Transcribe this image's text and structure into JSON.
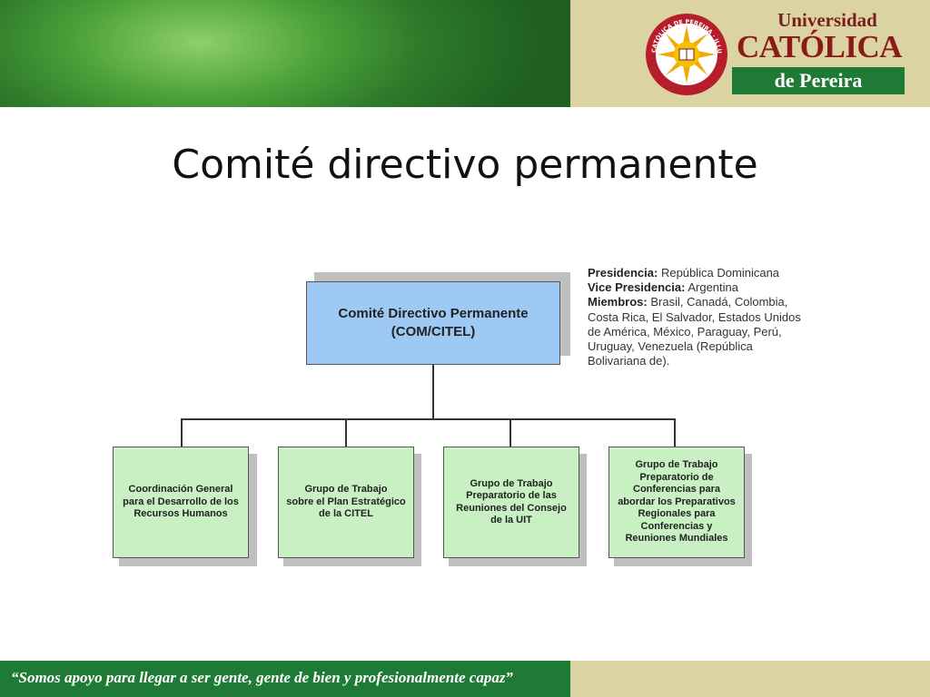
{
  "header": {
    "brand_line1": "Universidad",
    "brand_line2": "CATÓLICA",
    "brand_line3": "de Pereira",
    "seal_text": "UNIVERSIDAD CATÓLICA DE PEREIRA · ILLUMINAT OMNES"
  },
  "title": "Comité directivo permanente",
  "diagram": {
    "top": {
      "line1": "Comité Directivo Permanente",
      "line2": "(COM/CITEL)"
    },
    "children": [
      {
        "lines": [
          "Coordinación General",
          "para el Desarrollo de los",
          "Recursos Humanos"
        ]
      },
      {
        "lines": [
          "Grupo de Trabajo",
          "sobre el Plan Estratégico",
          "de la CITEL"
        ]
      },
      {
        "lines": [
          "Grupo de Trabajo",
          "Preparatorio de las",
          "Reuniones del Consejo",
          "de la UIT"
        ]
      },
      {
        "lines": [
          "Grupo de Trabajo",
          "Preparatorio de",
          "Conferencias para",
          "abordar los Preparativos",
          "Regionales para",
          "Conferencias y",
          "Reuniones Mundiales"
        ]
      }
    ],
    "info": {
      "presidencia_label": "Presidencia:",
      "presidencia_value": "República Dominicana",
      "vice_label": "Vice Presidencia:",
      "vice_value": "Argentina",
      "miembros_label": "Miembros:",
      "miembros_value_lines": [
        "Brasil, Canadá, Colombia,",
        "Costa Rica, El Salvador, Estados Unidos",
        "de América, México, Paraguay, Perú,",
        "Uruguay, Venezuela (República",
        "Bolivariana de)."
      ]
    }
  },
  "footer": {
    "motto": "“Somos apoyo para llegar a ser gente, gente de bien y profesionalmente capaz”"
  },
  "colors": {
    "top_box": "#9ec9f5",
    "child_box": "#c8f0c3",
    "brand_green": "#1e7a34",
    "brand_red": "#8b1a1a",
    "beige": "#dcd3a2"
  }
}
